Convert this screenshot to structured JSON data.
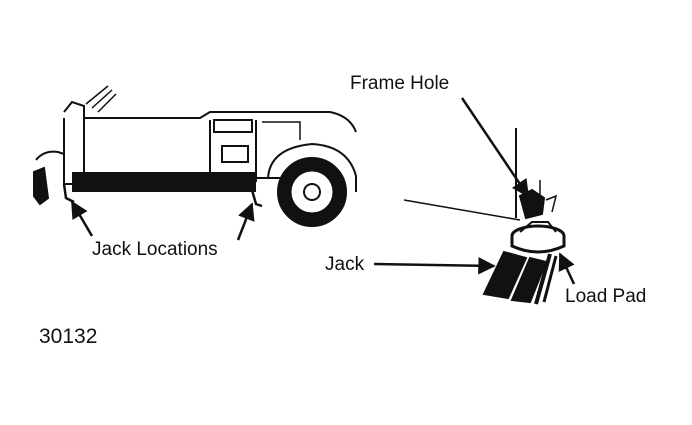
{
  "labels": {
    "frame_hole": "Frame Hole",
    "jack_locations": "Jack Locations",
    "jack": "Jack",
    "load_pad": "Load Pad"
  },
  "figure_number": "30132"
}
